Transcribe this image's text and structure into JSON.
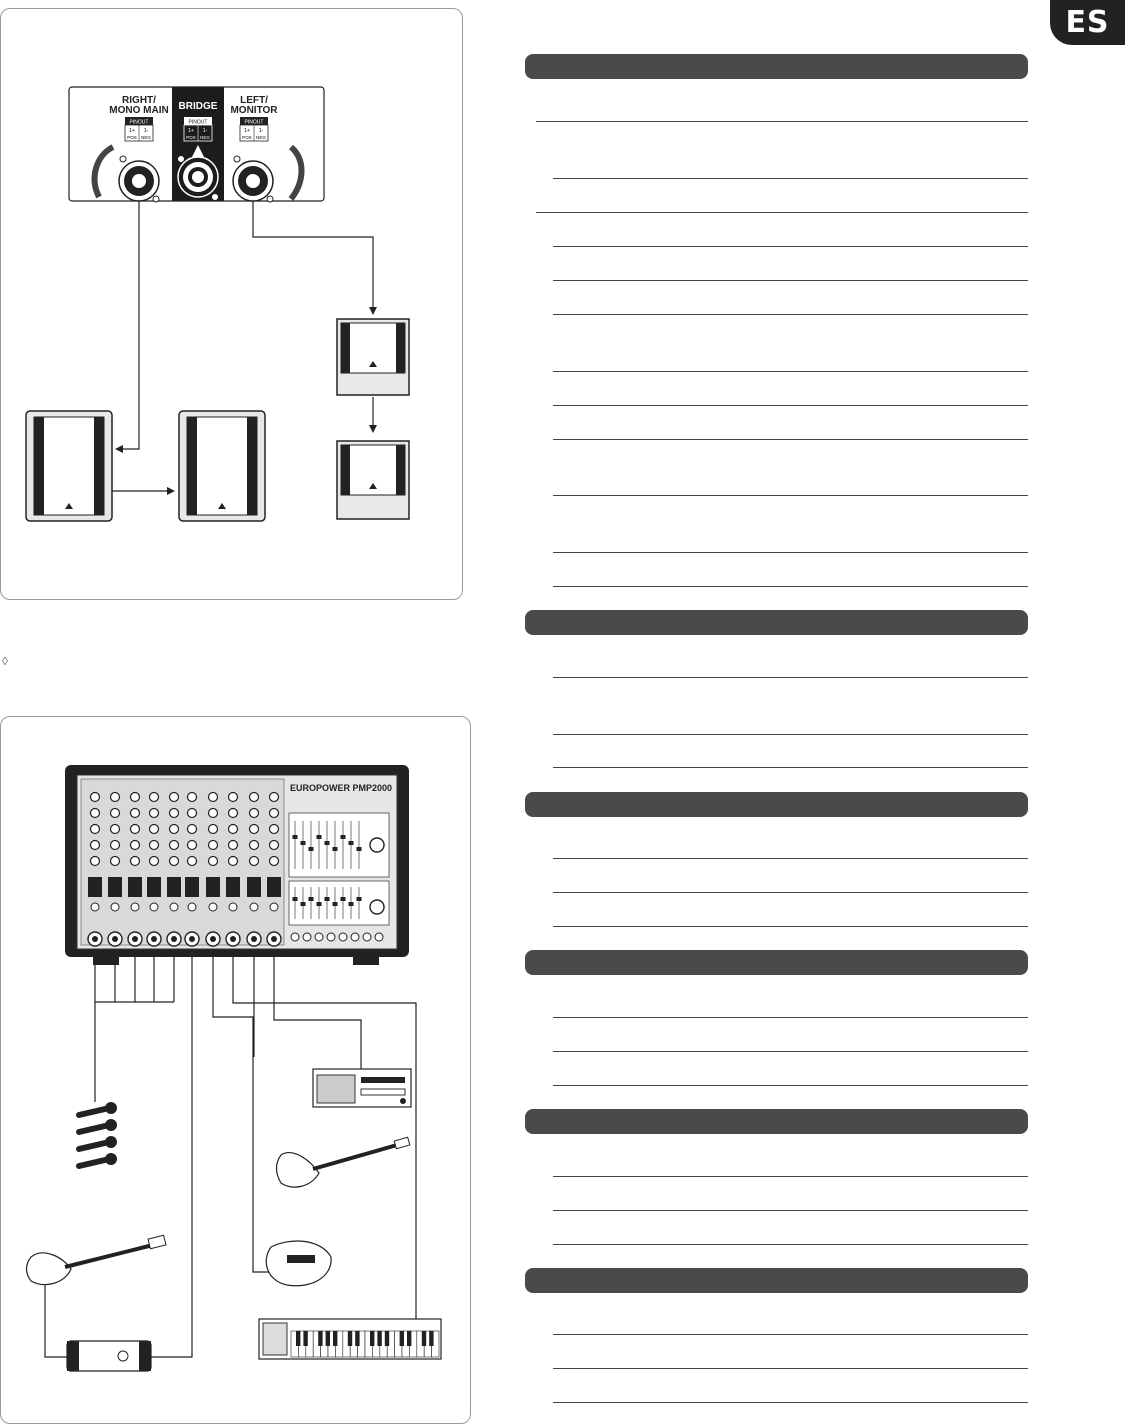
{
  "language_tab": "ES",
  "figure1": {
    "outputs": [
      {
        "label_line1": "RIGHT/",
        "label_line2": "MONO MAIN",
        "pinout": "PINOUT",
        "pins": [
          "1+",
          "1-"
        ],
        "pins_sub": [
          "POS",
          "NEG"
        ]
      },
      {
        "label_line1": "BRIDGE",
        "label_line2": "",
        "pinout": "PINOUT",
        "pins": [
          "1+",
          "1-"
        ],
        "pins_sub": [
          "POS",
          "NEG"
        ]
      },
      {
        "label_line1": "LEFT/",
        "label_line2": "MONITOR",
        "pinout": "PINOUT",
        "pins": [
          "1+",
          "1-"
        ],
        "pins_sub": [
          "POS",
          "NEG"
        ]
      }
    ]
  },
  "figure2": {
    "mixer_brand": "EUROPOWER PMP2000"
  },
  "spec_sections": [
    {
      "bar": true
    },
    {
      "bar": true
    },
    {
      "bar": true
    },
    {
      "bar": true
    },
    {
      "bar": true
    },
    {
      "bar": true
    }
  ]
}
